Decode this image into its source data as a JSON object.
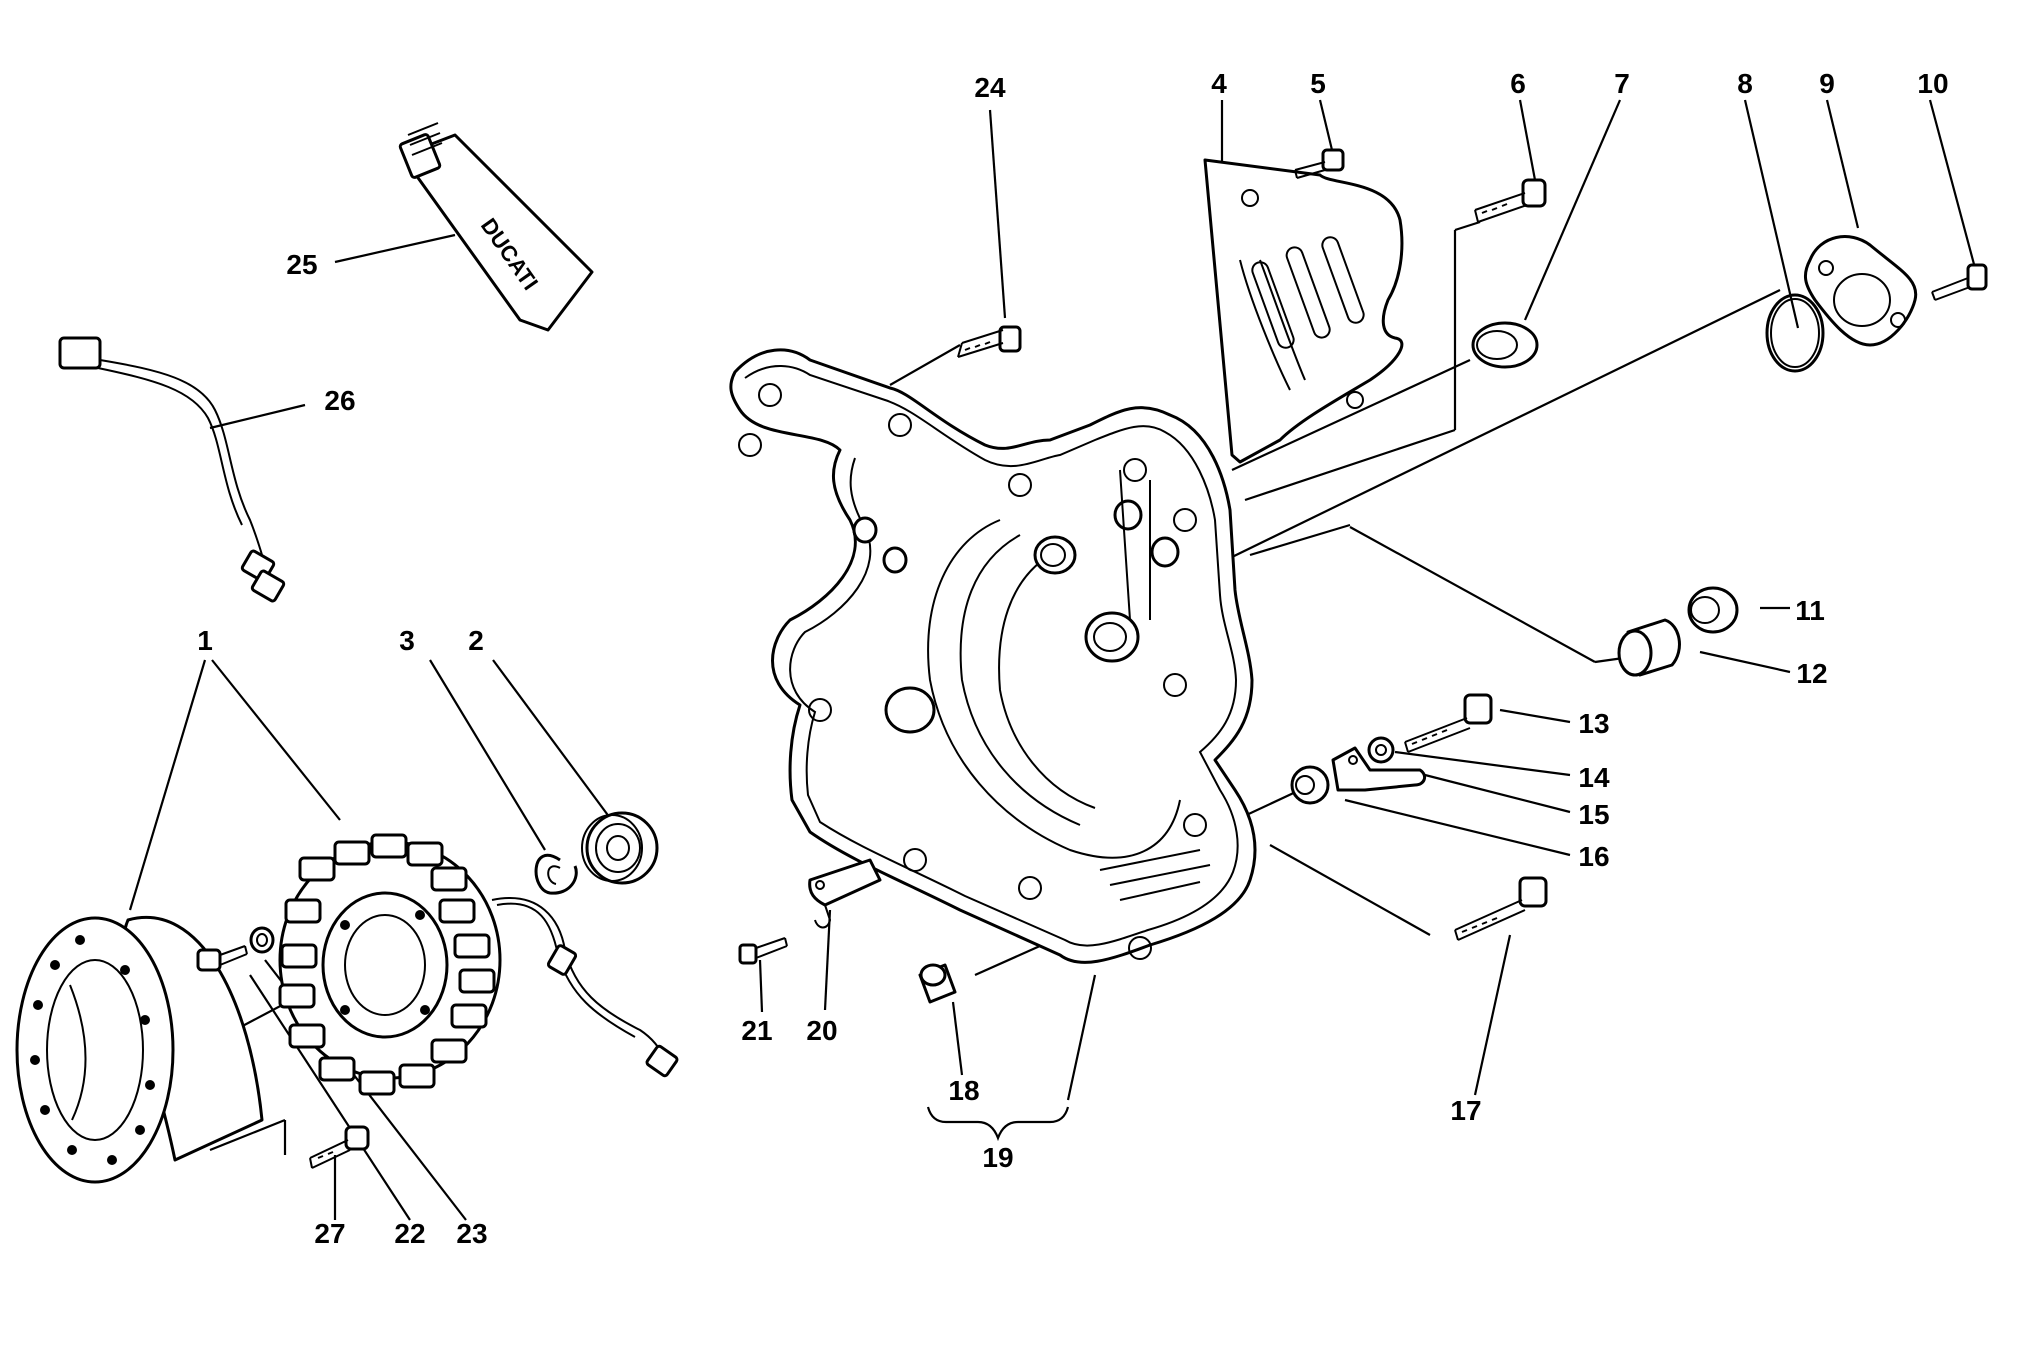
{
  "labels": {
    "l1": "1",
    "l2": "2",
    "l3": "3",
    "l4": "4",
    "l5": "5",
    "l6": "6",
    "l7": "7",
    "l8": "8",
    "l9": "9",
    "l10": "10",
    "l11": "11",
    "l12": "12",
    "l13": "13",
    "l14": "14",
    "l15": "15",
    "l16": "16",
    "l17": "17",
    "l18": "18",
    "l19": "19",
    "l20": "20",
    "l21": "21",
    "l22": "22",
    "l23": "23",
    "l24": "24",
    "l25": "25",
    "l26": "26",
    "l27": "27"
  },
  "tube_brand": "DUCATI"
}
